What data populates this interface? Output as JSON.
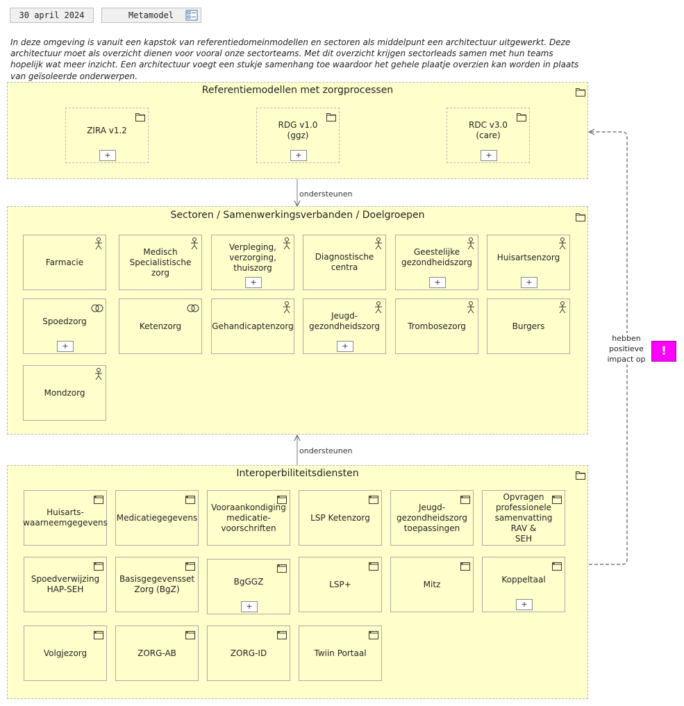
{
  "header": {
    "date": "30 april 2024",
    "view": "Metamodel"
  },
  "intro": "In deze omgeving is vanuit een kapstok van referentiedomeinmodellen en sectoren als middelpunt een architectuur uitgewerkt. Deze architectuur moet als overzicht dienen voor vooral onze sectorteams. Met dit overzicht krijgen sectorleads samen met hun teams hopelijk wat meer inzicht. Een architectuur voegt een stukje samenhang toe waardoor het gehele plaatje overzien kan worden in plaats van geïsoleerde onderwerpen.",
  "colors": {
    "fill": "#ffffcc",
    "border": "#aaaaaa",
    "note": "#ff00ff"
  },
  "groups": {
    "referentiemodellen": {
      "title": "Referentiemodellen met zorgprocessen",
      "items": [
        {
          "label": "ZIRA v1.2",
          "icon": "folder-icon",
          "expand": "+"
        },
        {
          "label": "RDG v1.0\n(ggz)",
          "icon": "folder-icon",
          "expand": "+"
        },
        {
          "label": "RDC v3.0\n(care)",
          "icon": "folder-icon",
          "expand": "+"
        }
      ]
    },
    "sectoren": {
      "title": "Sectoren / Samenwerkingsverbanden / Doelgroepen",
      "items": [
        {
          "label": "Farmacie",
          "icon": "actor-icon"
        },
        {
          "label": "Medisch\nSpecialistische zorg",
          "icon": "actor-icon"
        },
        {
          "label": "Verpleging,\nverzorging, thuiszorg",
          "icon": "actor-icon",
          "expand": "+"
        },
        {
          "label": "Diagnostische centra",
          "icon": "actor-icon"
        },
        {
          "label": "Geestelijke\ngezondheidszorg",
          "icon": "actor-icon",
          "expand": "+"
        },
        {
          "label": "Huisartsenzorg",
          "icon": "actor-icon",
          "expand": "+"
        },
        {
          "label": "Spoedzorg",
          "icon": "collaboration-icon",
          "expand": "+"
        },
        {
          "label": "Ketenzorg",
          "icon": "collaboration-icon"
        },
        {
          "label": "Gehandicaptenzorg",
          "icon": "actor-icon"
        },
        {
          "label": "Jeugd-\ngezondheidszorg",
          "icon": "actor-icon",
          "expand": "+"
        },
        {
          "label": "Trombosezorg",
          "icon": "actor-icon"
        },
        {
          "label": "Burgers",
          "icon": "actor-icon"
        },
        {
          "label": "Mondzorg",
          "icon": "actor-icon"
        }
      ]
    },
    "interoperabiliteit": {
      "title": "Interoperbiliteitsdiensten",
      "items": [
        {
          "label": "Huisarts-\nwaarneemgegevens",
          "icon": "application-icon"
        },
        {
          "label": "Medicatiegegevens",
          "icon": "application-icon"
        },
        {
          "label": "Vooraankondiging\nmedicatie-\nvoorschriften",
          "icon": "application-icon"
        },
        {
          "label": "LSP Ketenzorg",
          "icon": "application-icon"
        },
        {
          "label": "Jeugd-\ngezondheidszorg\ntoepassingen",
          "icon": "application-icon"
        },
        {
          "label": "Opvragen\nprofessionele\nsamenvatting RAV &\nSEH",
          "icon": "application-icon"
        },
        {
          "label": "Spoedverwijzing\nHAP-SEH",
          "icon": "application-icon"
        },
        {
          "label": "Basisgegevensset\nZorg (BgZ)",
          "icon": "application-icon"
        },
        {
          "label": "BgGGZ",
          "icon": "application-icon",
          "expand": "+"
        },
        {
          "label": "LSP+",
          "icon": "application-icon"
        },
        {
          "label": "Mitz",
          "icon": "application-icon"
        },
        {
          "label": "Koppeltaal",
          "icon": "application-icon",
          "expand": "+"
        },
        {
          "label": "Volgjezorg",
          "icon": "application-icon"
        },
        {
          "label": "ZORG-AB",
          "icon": "application-icon"
        },
        {
          "label": "ZORG-ID",
          "icon": "application-icon"
        },
        {
          "label": "Twiin Portaal",
          "icon": "application-icon"
        }
      ]
    }
  },
  "relations": {
    "ref_to_sectoren": "ondersteunen",
    "inter_to_sectoren": "ondersteunen",
    "impact": "hebben\npositieve\nimpact op"
  },
  "note": {
    "symbol": "!"
  }
}
